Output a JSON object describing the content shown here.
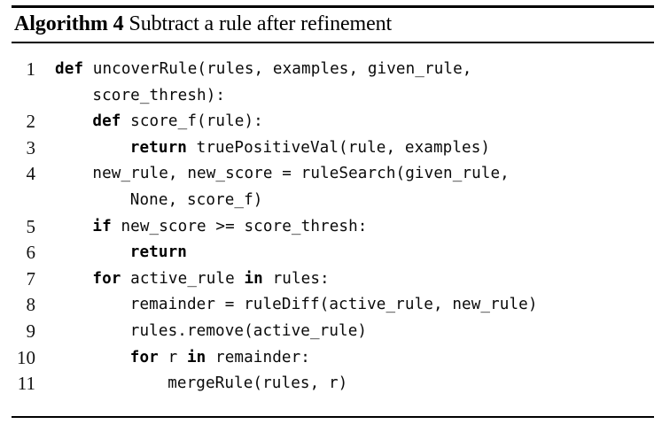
{
  "caption": {
    "label": "Algorithm 4",
    "title": "Subtract a rule after refinement"
  },
  "colors": {
    "background": "#ffffff",
    "text": "#000000",
    "rule": "#000000"
  },
  "code": {
    "language": "python",
    "lines": [
      {
        "number": "1",
        "indent": 0,
        "keyword": "def",
        "text": " uncoverRule(rules, examples, given_rule,"
      },
      {
        "number": "",
        "indent": 1,
        "keyword": "",
        "text": "score_thresh):"
      },
      {
        "number": "2",
        "indent": 1,
        "keyword": "def",
        "text": " score_f(rule):"
      },
      {
        "number": "3",
        "indent": 2,
        "keyword": "return",
        "text": " truePositiveVal(rule, examples)"
      },
      {
        "number": "4",
        "indent": 1,
        "keyword": "",
        "text": "new_rule, new_score = ruleSearch(given_rule,"
      },
      {
        "number": "",
        "indent": 2,
        "keyword": "",
        "text": "None, score_f)"
      },
      {
        "number": "5",
        "indent": 1,
        "keyword": "if",
        "text": " new_score >= score_thresh:"
      },
      {
        "number": "6",
        "indent": 2,
        "keyword": "return",
        "text": ""
      },
      {
        "number": "7",
        "indent": 1,
        "keyword": "for",
        "text": " active_rule ",
        "keyword2": "in",
        "text2": " rules:"
      },
      {
        "number": "8",
        "indent": 2,
        "keyword": "",
        "text": "remainder = ruleDiff(active_rule, new_rule)"
      },
      {
        "number": "9",
        "indent": 2,
        "keyword": "",
        "text": "rules.remove(active_rule)"
      },
      {
        "number": "10",
        "indent": 2,
        "keyword": "for",
        "text": " r ",
        "keyword2": "in",
        "text2": " remainder:"
      },
      {
        "number": "11",
        "indent": 3,
        "keyword": "",
        "text": "mergeRule(rules, r)"
      }
    ]
  }
}
